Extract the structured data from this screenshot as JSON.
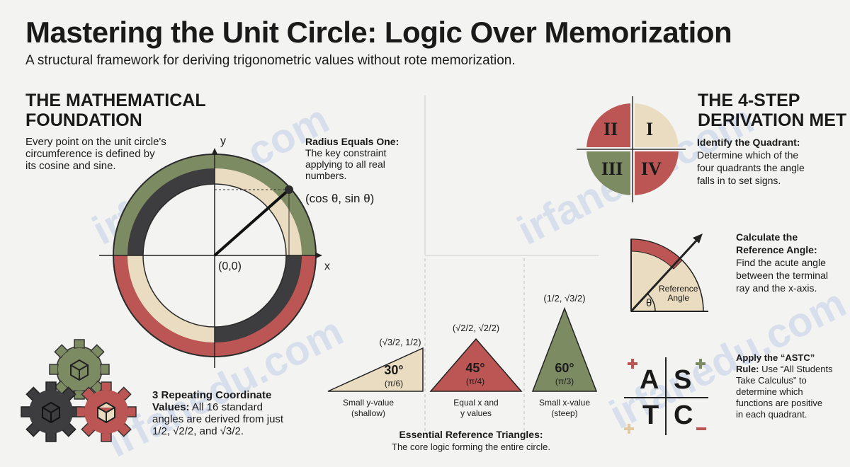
{
  "header": {
    "title": "Mastering the Unit Circle: Logic Over Memorization",
    "subtitle": "A structural framework for deriving trigonometric values without rote memorization."
  },
  "watermark": "irfanedu.com",
  "colors": {
    "olive": "#7d8b63",
    "red": "#bb5655",
    "beige": "#e9dcc0",
    "dark": "#3d3d3f"
  },
  "left": {
    "heading_line1": "THE MATHEMATICAL",
    "heading_line2": "FOUNDATION",
    "intro_line1": "Every point on the unit circle's",
    "intro_line2": "circumference is defined by",
    "intro_line3": "its cosine and sine.",
    "y_axis": "y",
    "x_axis": "x",
    "origin": "(0,0)",
    "point": "(cos θ, sin θ)",
    "radius_title": "Radius Equals One:",
    "radius_line1": "The key constraint",
    "radius_line2": "applying to all real",
    "radius_line3": "numbers.",
    "values_title_1": "3 Repeating Coordinate",
    "values_title_2": "Values:",
    "values_line1": "All 16 standard",
    "values_line2": "angles are derived from just",
    "values_line3": "1/2, √2/2, and √3/2."
  },
  "triangles": {
    "items": [
      {
        "angle": "30°",
        "radian": "(π/6)",
        "coords": "(√3/2, 1/2)",
        "desc_line1": "Small y-value",
        "desc_line2": "(shallow)"
      },
      {
        "angle": "45°",
        "radian": "(π/4)",
        "coords": "(√2/2, √2/2)",
        "desc_line1": "Equal x and",
        "desc_line2": "y values"
      },
      {
        "angle": "60°",
        "radian": "(π/3)",
        "coords": "(1/2, √3/2)",
        "desc_line1": "Small x-value",
        "desc_line2": "(steep)"
      }
    ],
    "caption_title": "Essential Reference Triangles:",
    "caption_text": "The core logic forming the entire circle."
  },
  "right": {
    "heading_line1": "THE 4-STEP",
    "heading_line2": "DERIVATION MET",
    "quadrants": [
      "II",
      "I",
      "III",
      "IV"
    ],
    "step1_title": "Identify the Quadrant:",
    "step1_line1": "Determine which of the",
    "step1_line2": "four quadrants the angle",
    "step1_line3": "falls in to set signs.",
    "ref_label_1": "Reference",
    "ref_label_2": "Angle",
    "theta": "θ",
    "step2_title_1": "Calculate the",
    "step2_title_2": "Reference Angle:",
    "step2_line1": "Find the acute angle",
    "step2_line2": "between the terminal",
    "step2_line3": "ray and the x-axis.",
    "astc": [
      "A",
      "S",
      "T",
      "C"
    ],
    "step3_title": "Apply the “ASTC”",
    "step3_title_2": "Rule:",
    "step3_line1a": "Use “All Students",
    "step3_line2": "Take Calculus” to",
    "step3_line3": "determine which",
    "step3_line4": "functions are positive",
    "step3_line5": "in each quadrant."
  }
}
